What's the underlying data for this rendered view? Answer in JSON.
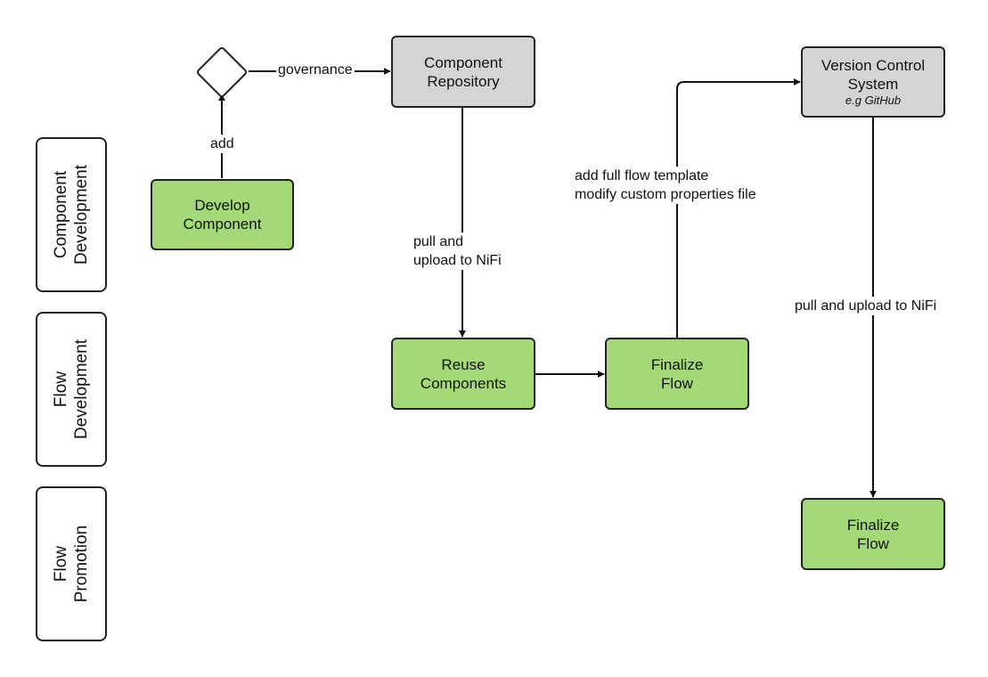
{
  "lanes": {
    "component_development": [
      "Component",
      "Development"
    ],
    "flow_development": [
      "Flow",
      "Development"
    ],
    "flow_promotion": [
      "Flow",
      "Promotion"
    ]
  },
  "nodes": {
    "develop_component": [
      "Develop",
      "Component"
    ],
    "component_repository": [
      "Component",
      "Repository"
    ],
    "reuse_components": [
      "Reuse",
      "Components"
    ],
    "finalize_flow_dev": [
      "Finalize",
      "Flow"
    ],
    "version_control": {
      "lines": [
        "Version Control",
        "System"
      ],
      "sub": "e.g GitHub"
    },
    "finalize_flow_promo": [
      "Finalize",
      "Flow"
    ]
  },
  "edge_labels": {
    "add": "add",
    "governance": "governance",
    "pull_upload": [
      "pull and",
      "upload to NiFi"
    ],
    "add_template": [
      "add full flow template",
      "modify custom properties file"
    ],
    "pull_upload_vcs": "pull and upload to NiFi"
  },
  "colors": {
    "process_fill": "#a3d977",
    "repository_fill": "#d4d4d4",
    "stroke": "#222222"
  }
}
